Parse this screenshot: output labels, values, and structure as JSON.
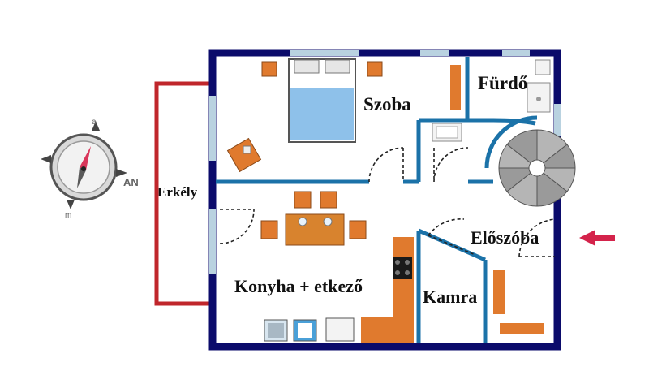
{
  "colors": {
    "outer_wall": "#0b0b6b",
    "inner_wall": "#1b72a8",
    "window": "#b9d2e0",
    "balcony": "#c0262b",
    "furniture": "#e07a2e",
    "bed_sheet": "#8ec1ea",
    "arrow": "#d4234b",
    "stair": "#8a8a8a"
  },
  "rooms": {
    "szoba": "Szoba",
    "furdo": "Fürdő",
    "erkely": "Erkély",
    "eloszoba": "Előszóba",
    "konyha": "Konyha + etkező",
    "kamra": "Kamra"
  },
  "compass": {
    "label": "AN",
    "icon": "compass-icon"
  },
  "entrance": {
    "icon": "entrance-arrow-icon"
  }
}
